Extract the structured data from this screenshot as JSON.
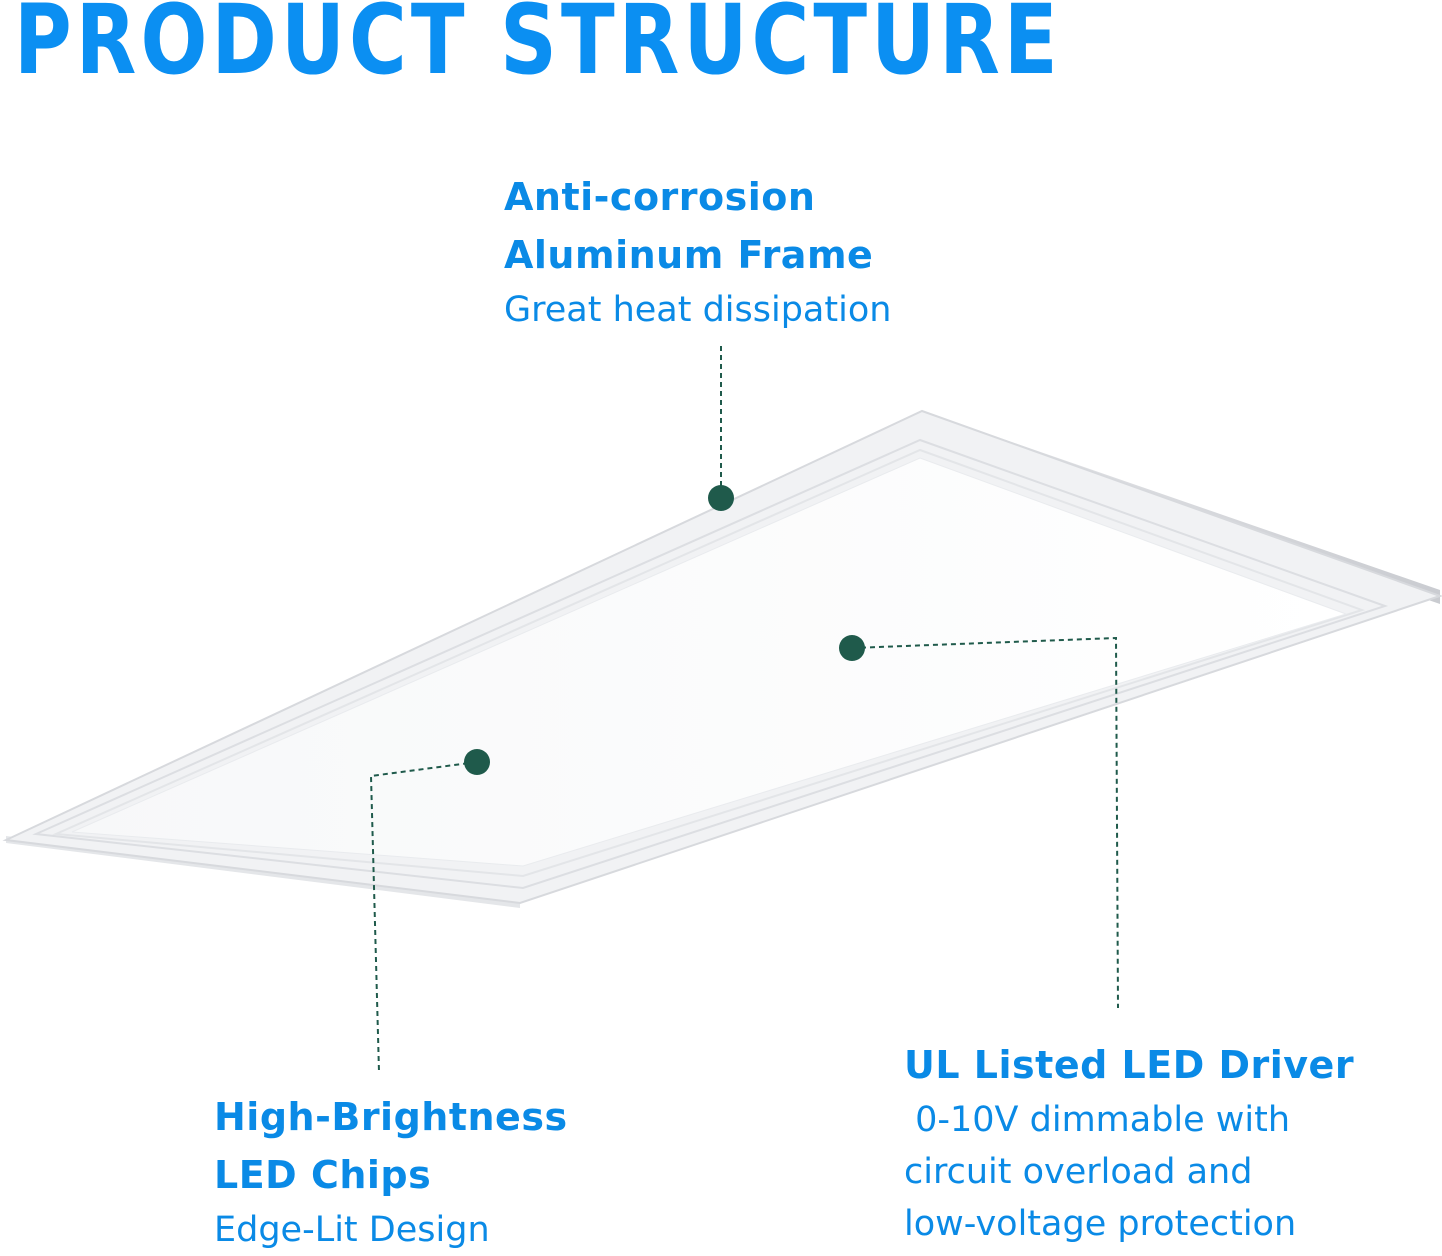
{
  "title": "PRODUCT STRUCTURE",
  "callouts": {
    "frame": {
      "heading_line1": "Anti-corrosion",
      "heading_line2": "Aluminum Frame",
      "description": "Great heat dissipation"
    },
    "driver": {
      "heading": "UL Listed LED Driver",
      "description_line1": " 0-10V dimmable with",
      "description_line2": "circuit overload and",
      "description_line3": "low-voltage protection"
    },
    "chips": {
      "heading_line1": "High-Brightness",
      "heading_line2": "LED Chips",
      "description": "Edge-Lit Design"
    }
  },
  "colors": {
    "title": "#0b8ff2",
    "text": "#0a8ae6",
    "marker": "#1f5a4b",
    "panel_frame": "#eceef0",
    "panel_face": "#fafbfc"
  }
}
